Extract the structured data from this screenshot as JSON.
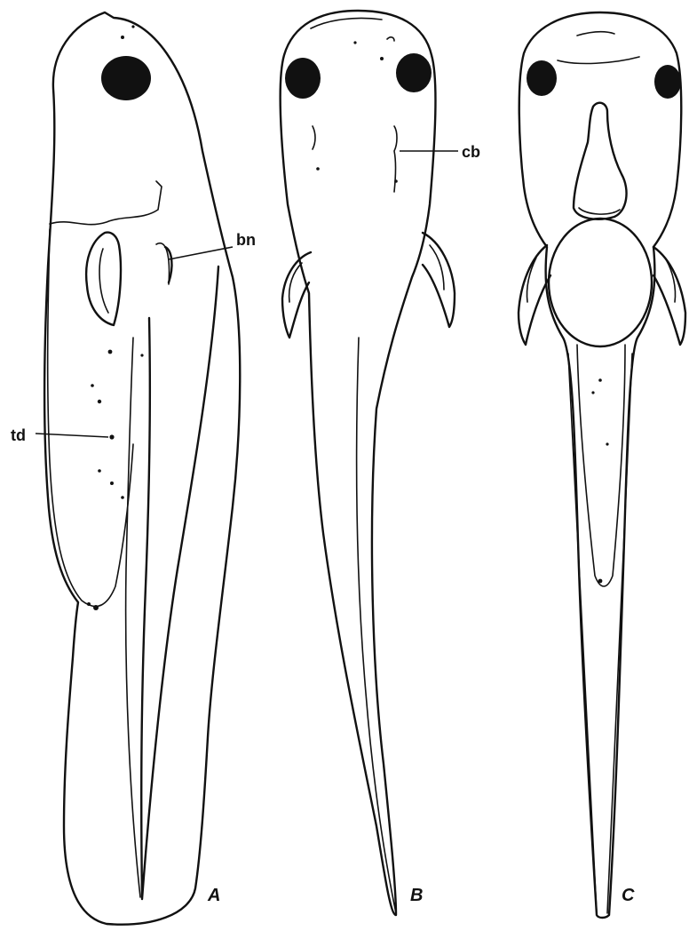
{
  "figure": {
    "annotations": {
      "bn": "bn",
      "cb": "cb",
      "td": "td"
    },
    "panels": {
      "a": "A",
      "b": "B",
      "c": "C"
    }
  }
}
